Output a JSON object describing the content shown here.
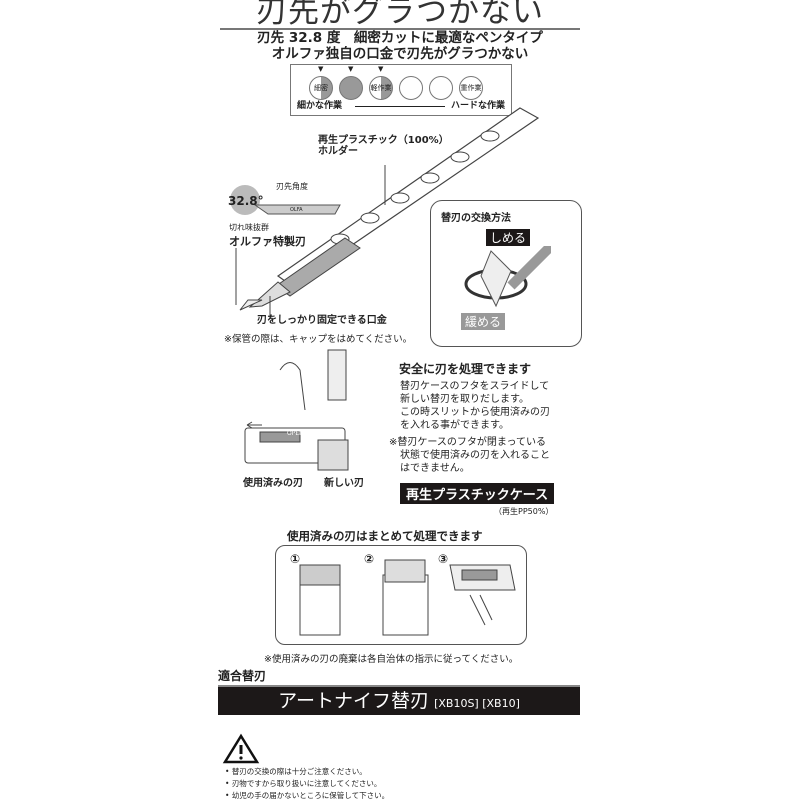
{
  "title": "刃先がグラつかない",
  "subtitle_lines": [
    "刃先 32.8 度　細密カットに最適なペンタイプ",
    "オルファ独自の口金で刃先がグラつかない"
  ],
  "scale": {
    "circles": [
      {
        "label": "細密",
        "fill": "half",
        "marked": true
      },
      {
        "label": "",
        "fill": "full",
        "marked": true
      },
      {
        "label": "軽作業",
        "fill": "half",
        "marked": true
      },
      {
        "label": "",
        "fill": "none",
        "marked": false
      },
      {
        "label": "",
        "fill": "none",
        "marked": false
      },
      {
        "label": "重作業",
        "fill": "none",
        "marked": false
      }
    ],
    "left_label": "細かな作業",
    "right_label": "ハードな作業"
  },
  "knife": {
    "holder_label_1": "再生プラスチック（100%）",
    "holder_label_2": "ホルダー",
    "angle_value": "32.8°",
    "angle_label": "刃先角度",
    "blade_brand": "OLFA",
    "blade_label_1": "切れ味抜群",
    "blade_label_2": "オルファ特製刃",
    "ferrule_label": "刃をしっかり固定できる口金",
    "storage_note": "※保管の際は、キャップをはめてください。"
  },
  "inset": {
    "title": "替刃の交換方法",
    "tighten": "しめる",
    "loosen": "緩める"
  },
  "case": {
    "heading": "安全に刃を処理できます",
    "body": [
      "替刃ケースのフタをスライドして",
      "新しい替刃を取りだします。",
      "この時スリットから使用済みの刃",
      "を入れる事ができます。"
    ],
    "note": [
      "※替刃ケースのフタが閉まっている",
      "状態で使用済みの刃を入れること",
      "はできません。"
    ],
    "used_label": "使用済みの刃",
    "new_label": "新しい刃",
    "case_label": "再生プラスチックケース",
    "case_sub": "（再生PP50%）",
    "open_label": "OPEN"
  },
  "disposal": {
    "heading": "使用済みの刃はまとめて処理できます",
    "steps": [
      "①",
      "②",
      "③"
    ],
    "note": "※使用済みの刃の廃棄は各自治体の指示に従ってください。"
  },
  "blades": {
    "heading": "適合替刃",
    "name": "アートナイフ替刃",
    "codes": "[XB10S] [XB10]"
  },
  "warnings": [
    "替刃の交換の際は十分ご注意ください。",
    "刃物ですから取り扱いに注意してください。",
    "幼児の手の届かないところに保管して下さい。"
  ]
}
